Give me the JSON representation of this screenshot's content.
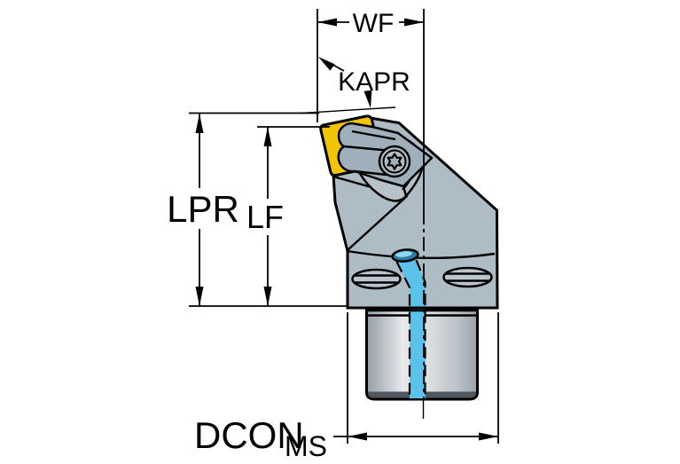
{
  "drawing": {
    "type": "technical-dimension-drawing",
    "subject": "turning tool holder side view",
    "labels": {
      "wf": "WF",
      "kapr": "KAPR",
      "lpr": "LPR",
      "lf": "LF",
      "dcon": "DCON",
      "dcon_sub": "MS"
    },
    "colors": {
      "background": "#FFFFFF",
      "line": "#000000",
      "insert_yellow": "#F2C500",
      "tool_body_gray": "#AEBCC6",
      "clamp_gray": "#9FAFBB",
      "trigon_gray": "#B7C2CB",
      "coolant_blue": "#5BC2EA",
      "coolant_hole_dark": "#2B7DA3",
      "shank_light": "#E6E8EB",
      "shank_dark": "#969EA8"
    }
  }
}
